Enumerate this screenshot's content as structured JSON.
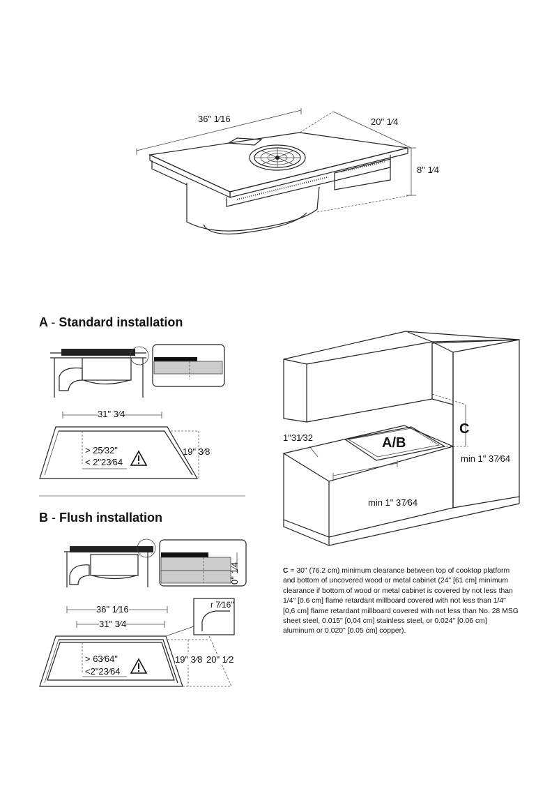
{
  "top": {
    "width_label": "36\" 1⁄16",
    "depth_label": "20\" 1⁄4",
    "height_label": "8\" 1⁄4"
  },
  "section_a": {
    "letter": "A",
    "sep": "-",
    "title": "Standard installation",
    "width_label": "31\" 3⁄4",
    "depth_label": "19\" 3⁄8",
    "min_label": "> 25⁄32\"",
    "max_label": "< 2\"23⁄64"
  },
  "section_b": {
    "letter": "B",
    "sep": "-",
    "title": "Flush installation",
    "outer_width_label": "36\" 1⁄16",
    "inner_width_label": "31\" 3⁄4",
    "inner_depth_label": "19\" 3⁄8",
    "outer_depth_label": "20\"   1⁄2",
    "radius_label": "r 7⁄16\"",
    "flush_label": "0\" 1⁄4",
    "min_label": "> 63⁄64\"",
    "max_label": "<2\"23⁄64"
  },
  "cabinet": {
    "left_gap_label": "1\"31⁄32",
    "cutout_label": "A/B",
    "clearance_letter": "C",
    "right_min_label": "min 1\" 37⁄64",
    "front_min_label": "min 1\" 37⁄64"
  },
  "note": {
    "key": "C",
    "text": " = 30\" (76.2 cm) minimum clearance between top of cooktop platform and bottom of uncovered wood or metal cabinet (24\" [61 cm] minimum clearance if bottom of wood or metal cabinet is covered by not less than 1/4\" [0.6 cm] flame retardant millboard covered with not less than 1/4\" [0,6 cm] flame retardant millboard covered with not less than No. 28 MSG sheet steel, 0.015\" [0,04 cm] stainless steel, or 0.024\" [0.06 cm] aluminum or 0.020\" [0.05 cm] copper)."
  },
  "icons": [
    "warning-triangle-icon",
    "warning-triangle-icon"
  ]
}
